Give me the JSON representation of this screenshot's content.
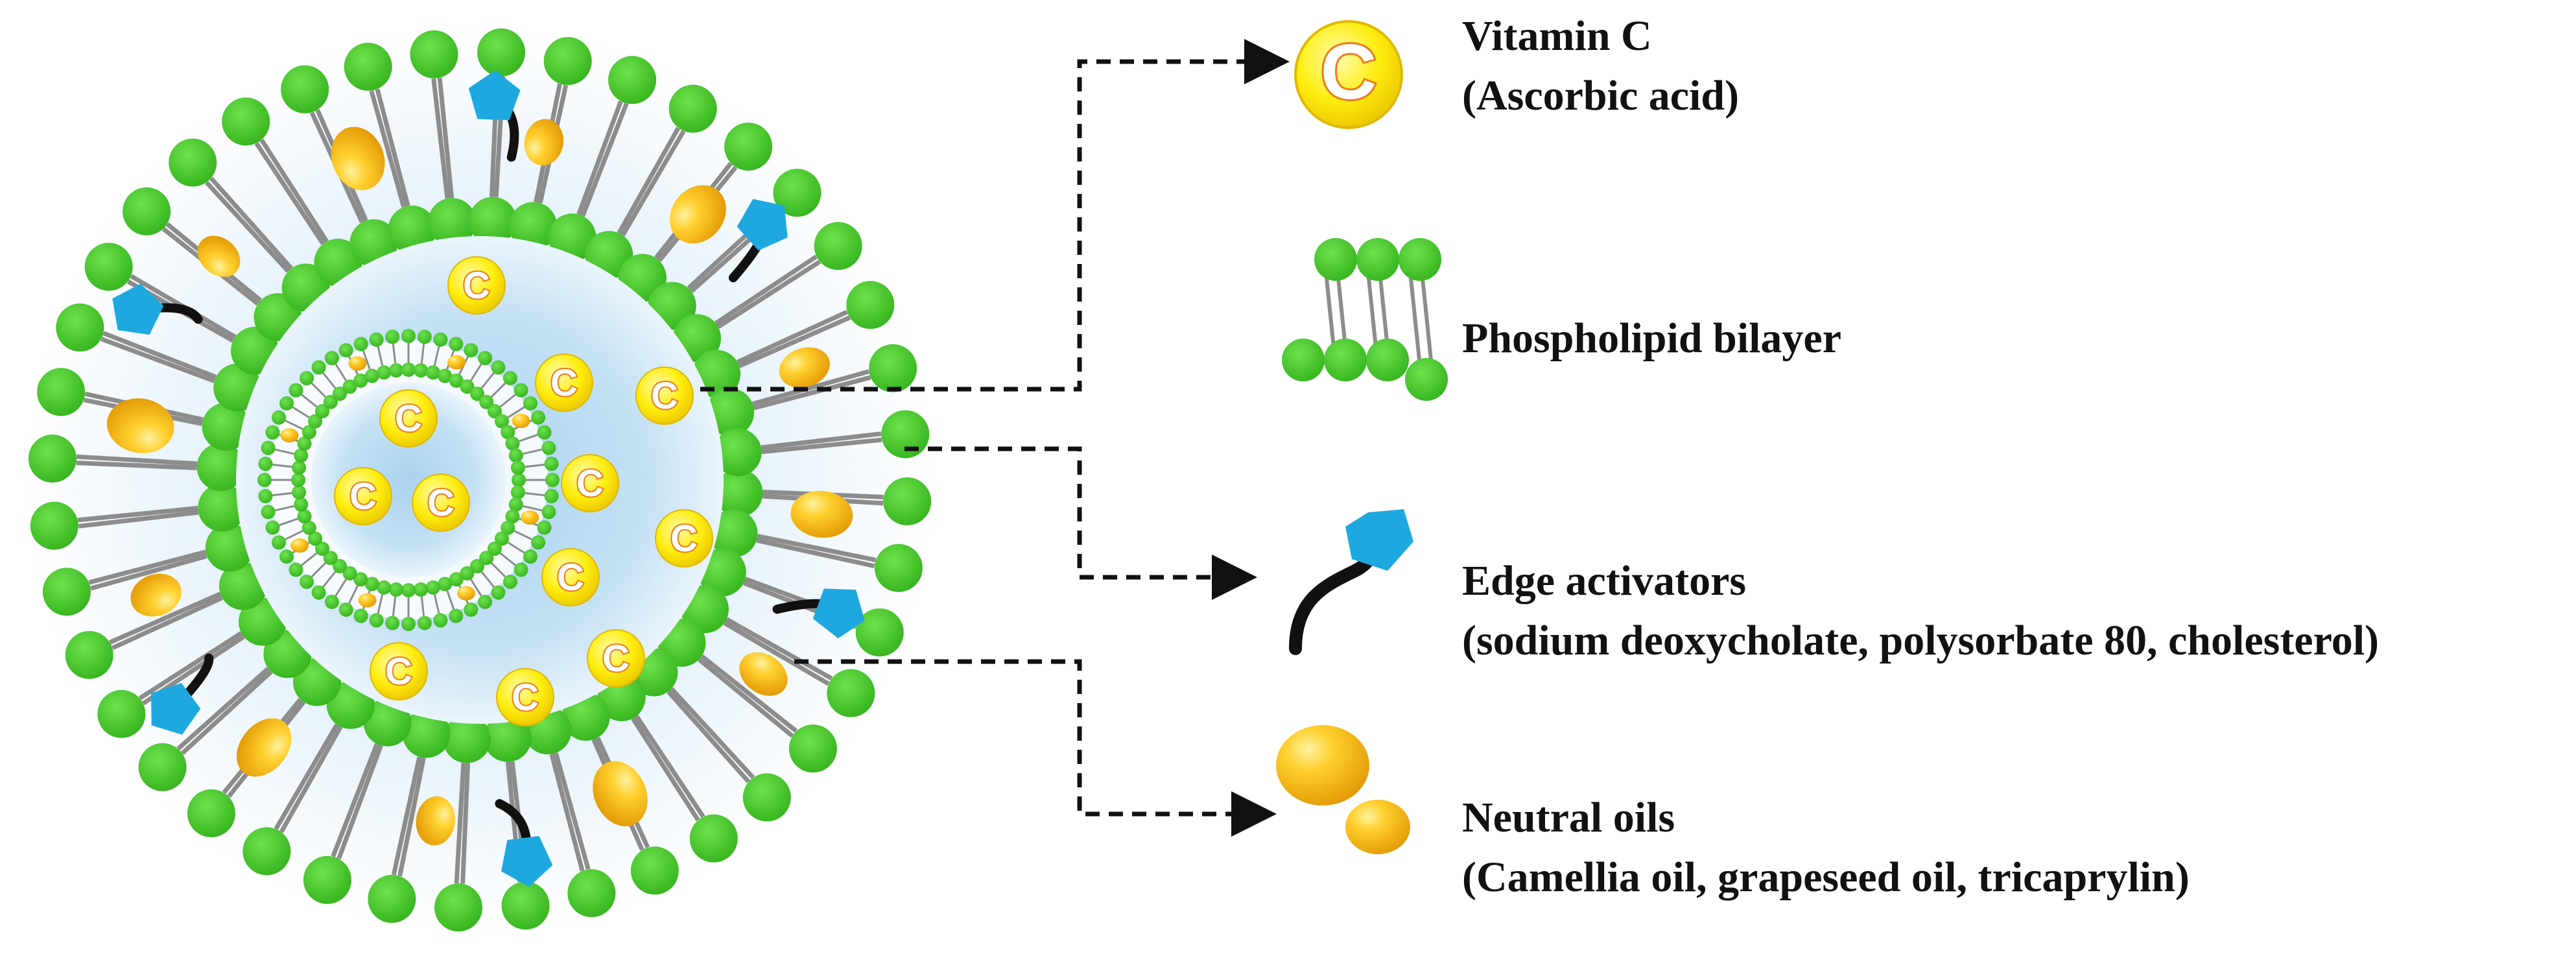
{
  "colors": {
    "lipid_head": "#43c829",
    "lipid_tail": "#8c8c8c",
    "activator_head": "#1fa8e0",
    "activator_tail": "#111111",
    "oil_light": "#ffd23a",
    "oil_dark": "#e6a008",
    "vitc_fill": "#ffee00",
    "vitc_letter": "#f07a1a",
    "core_aqueous": "#b8daf0",
    "connector": "#111111"
  },
  "icons": {
    "vitamin_c": "vitamin-c-icon",
    "bilayer": "phospholipid-bilayer-icon",
    "activator": "edge-activator-icon",
    "oil": "neutral-oil-droplets-icon"
  },
  "vitamin_c_letter": "C",
  "legend": {
    "vitamin_c": {
      "line1": "Vitamin C",
      "line2": "(Ascorbic acid)"
    },
    "bilayer": {
      "line1": "Phospholipid bilayer"
    },
    "activators": {
      "line1": "Edge activators",
      "line2": "(sodium deoxycholate, polysorbate 80, cholesterol)"
    },
    "oils": {
      "line1": "Neutral oils",
      "line2": "(Camellia oil, grapeseed oil, tricaprylin)"
    }
  }
}
